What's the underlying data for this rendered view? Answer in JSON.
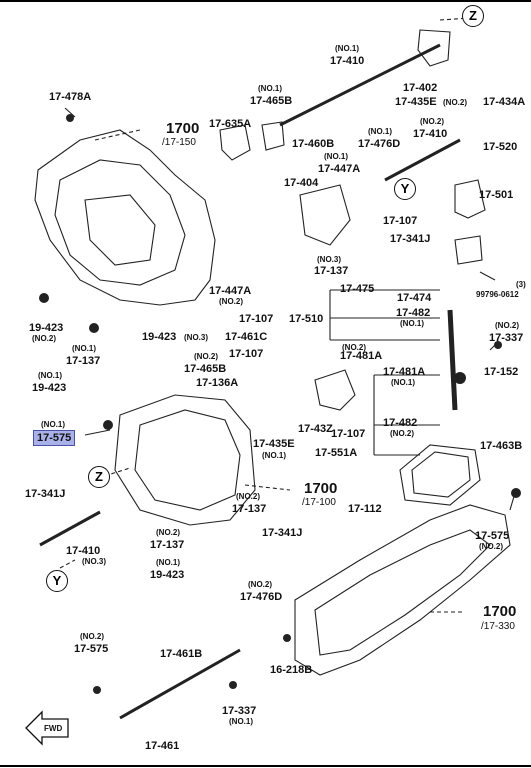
{
  "callouts": {
    "z_top": "Z",
    "z_mid": "Z",
    "y_right": "Y",
    "y_bottom": "Y"
  },
  "labels": {
    "p17_478A": "17-478A",
    "p1700_a": "1700",
    "p1700_a_ref": "/17-150",
    "p17_635A": "17-635A",
    "p17_465B_no1_tag": "(NO.1)",
    "p17_465B_top": "17-465B",
    "p17_410_no1_tag": "(NO.1)",
    "p17_410_top": "17-410",
    "p17_402": "17-402",
    "p17_435E_top": "17-435E",
    "p17_435E_top_tag": "(NO.2)",
    "p17_434A": "17-434A",
    "p17_410_no2_tag": "(NO.2)",
    "p17_410_mid": "17-410",
    "p17_520": "17-520",
    "p17_460B": "17-460B",
    "p17_447A_no1_tag": "(NO.1)",
    "p17_447A_top": "17-447A",
    "p17_476D_no1_tag": "(NO.1)",
    "p17_476D_top": "17-476D",
    "p17_404": "17-404",
    "p17_501": "17-501",
    "p17_107_a": "17-107",
    "p17_341J_a": "17-341J",
    "p17_137_no3_tag": "(NO.3)",
    "p17_137_a": "17-137",
    "p17_447A_no2": "17-447A",
    "p17_447A_no2_tag": "(NO.2)",
    "p17_475": "17-475",
    "p17_474": "17-474",
    "p99796": "99796-0612",
    "p3_tag": "(3)",
    "p19_423_a": "19-423",
    "p19_423_a_tag": "(NO.2)",
    "p19_423_b": "19-423",
    "p19_423_b_tag": "(NO.3)",
    "p17_107_b": "17-107",
    "p17_510": "17-510",
    "p17_482_a": "17-482",
    "p17_482_a_tag": "(NO.1)",
    "p17_461C": "17-461C",
    "p17_337_tag": "(NO.2)",
    "p17_337_a": "17-337",
    "p17_137_no1_tag": "(NO.1)",
    "p17_137_b": "17-137",
    "p17_107_c": "17-107",
    "p17_481A_a": "17-481A",
    "p17_481A_a_tag": "(NO.2)",
    "p17_465B_mid_tag": "(NO.2)",
    "p17_465B_mid": "17-465B",
    "p19_423_c_tag": "(NO.1)",
    "p19_423_c": "19-423",
    "p17_136A": "17-136A",
    "p17_481A_b": "17-481A",
    "p17_481A_b_tag": "(NO.1)",
    "p17_152": "17-152",
    "p17_575_a_tag": "(NO.1)",
    "p17_575_a": "17-575",
    "p17_43Z": "17-43Z",
    "p17_107_d": "17-107",
    "p17_482_b": "17-482",
    "p17_482_b_tag": "(NO.2)",
    "p17_435E_mid": "17-435E",
    "p17_435E_mid_tag": "(NO.1)",
    "p17_551A": "17-551A",
    "p17_463B": "17-463B",
    "p1700_b": "1700",
    "p1700_b_ref": "/17-100",
    "p17_341J_b": "17-341J",
    "p17_137_no2_tag": "(NO.2)",
    "p17_137_c": "17-137",
    "p17_112": "17-112",
    "p17_341J_c": "17-341J",
    "p17_410_no3": "17-410",
    "p17_410_no3_tag": "(NO.3)",
    "p17_137_d_tag": "(NO.2)",
    "p17_137_d": "17-137",
    "p17_575_b": "17-575",
    "p17_575_b_tag": "(NO.2)",
    "p19_423_d_tag": "(NO.1)",
    "p19_423_d": "19-423",
    "p17_476D_b_tag": "(NO.2)",
    "p17_476D_b": "17-476D",
    "p1700_c": "1700",
    "p1700_c_ref": "/17-330",
    "p17_575_c_tag": "(NO.2)",
    "p17_575_c": "17-575",
    "p17_461B": "17-461B",
    "p16_218B": "16-218B",
    "p17_337_b": "17-337",
    "p17_337_b_tag": "(NO.1)",
    "p17_461": "17-461",
    "fwd": "FWD"
  }
}
